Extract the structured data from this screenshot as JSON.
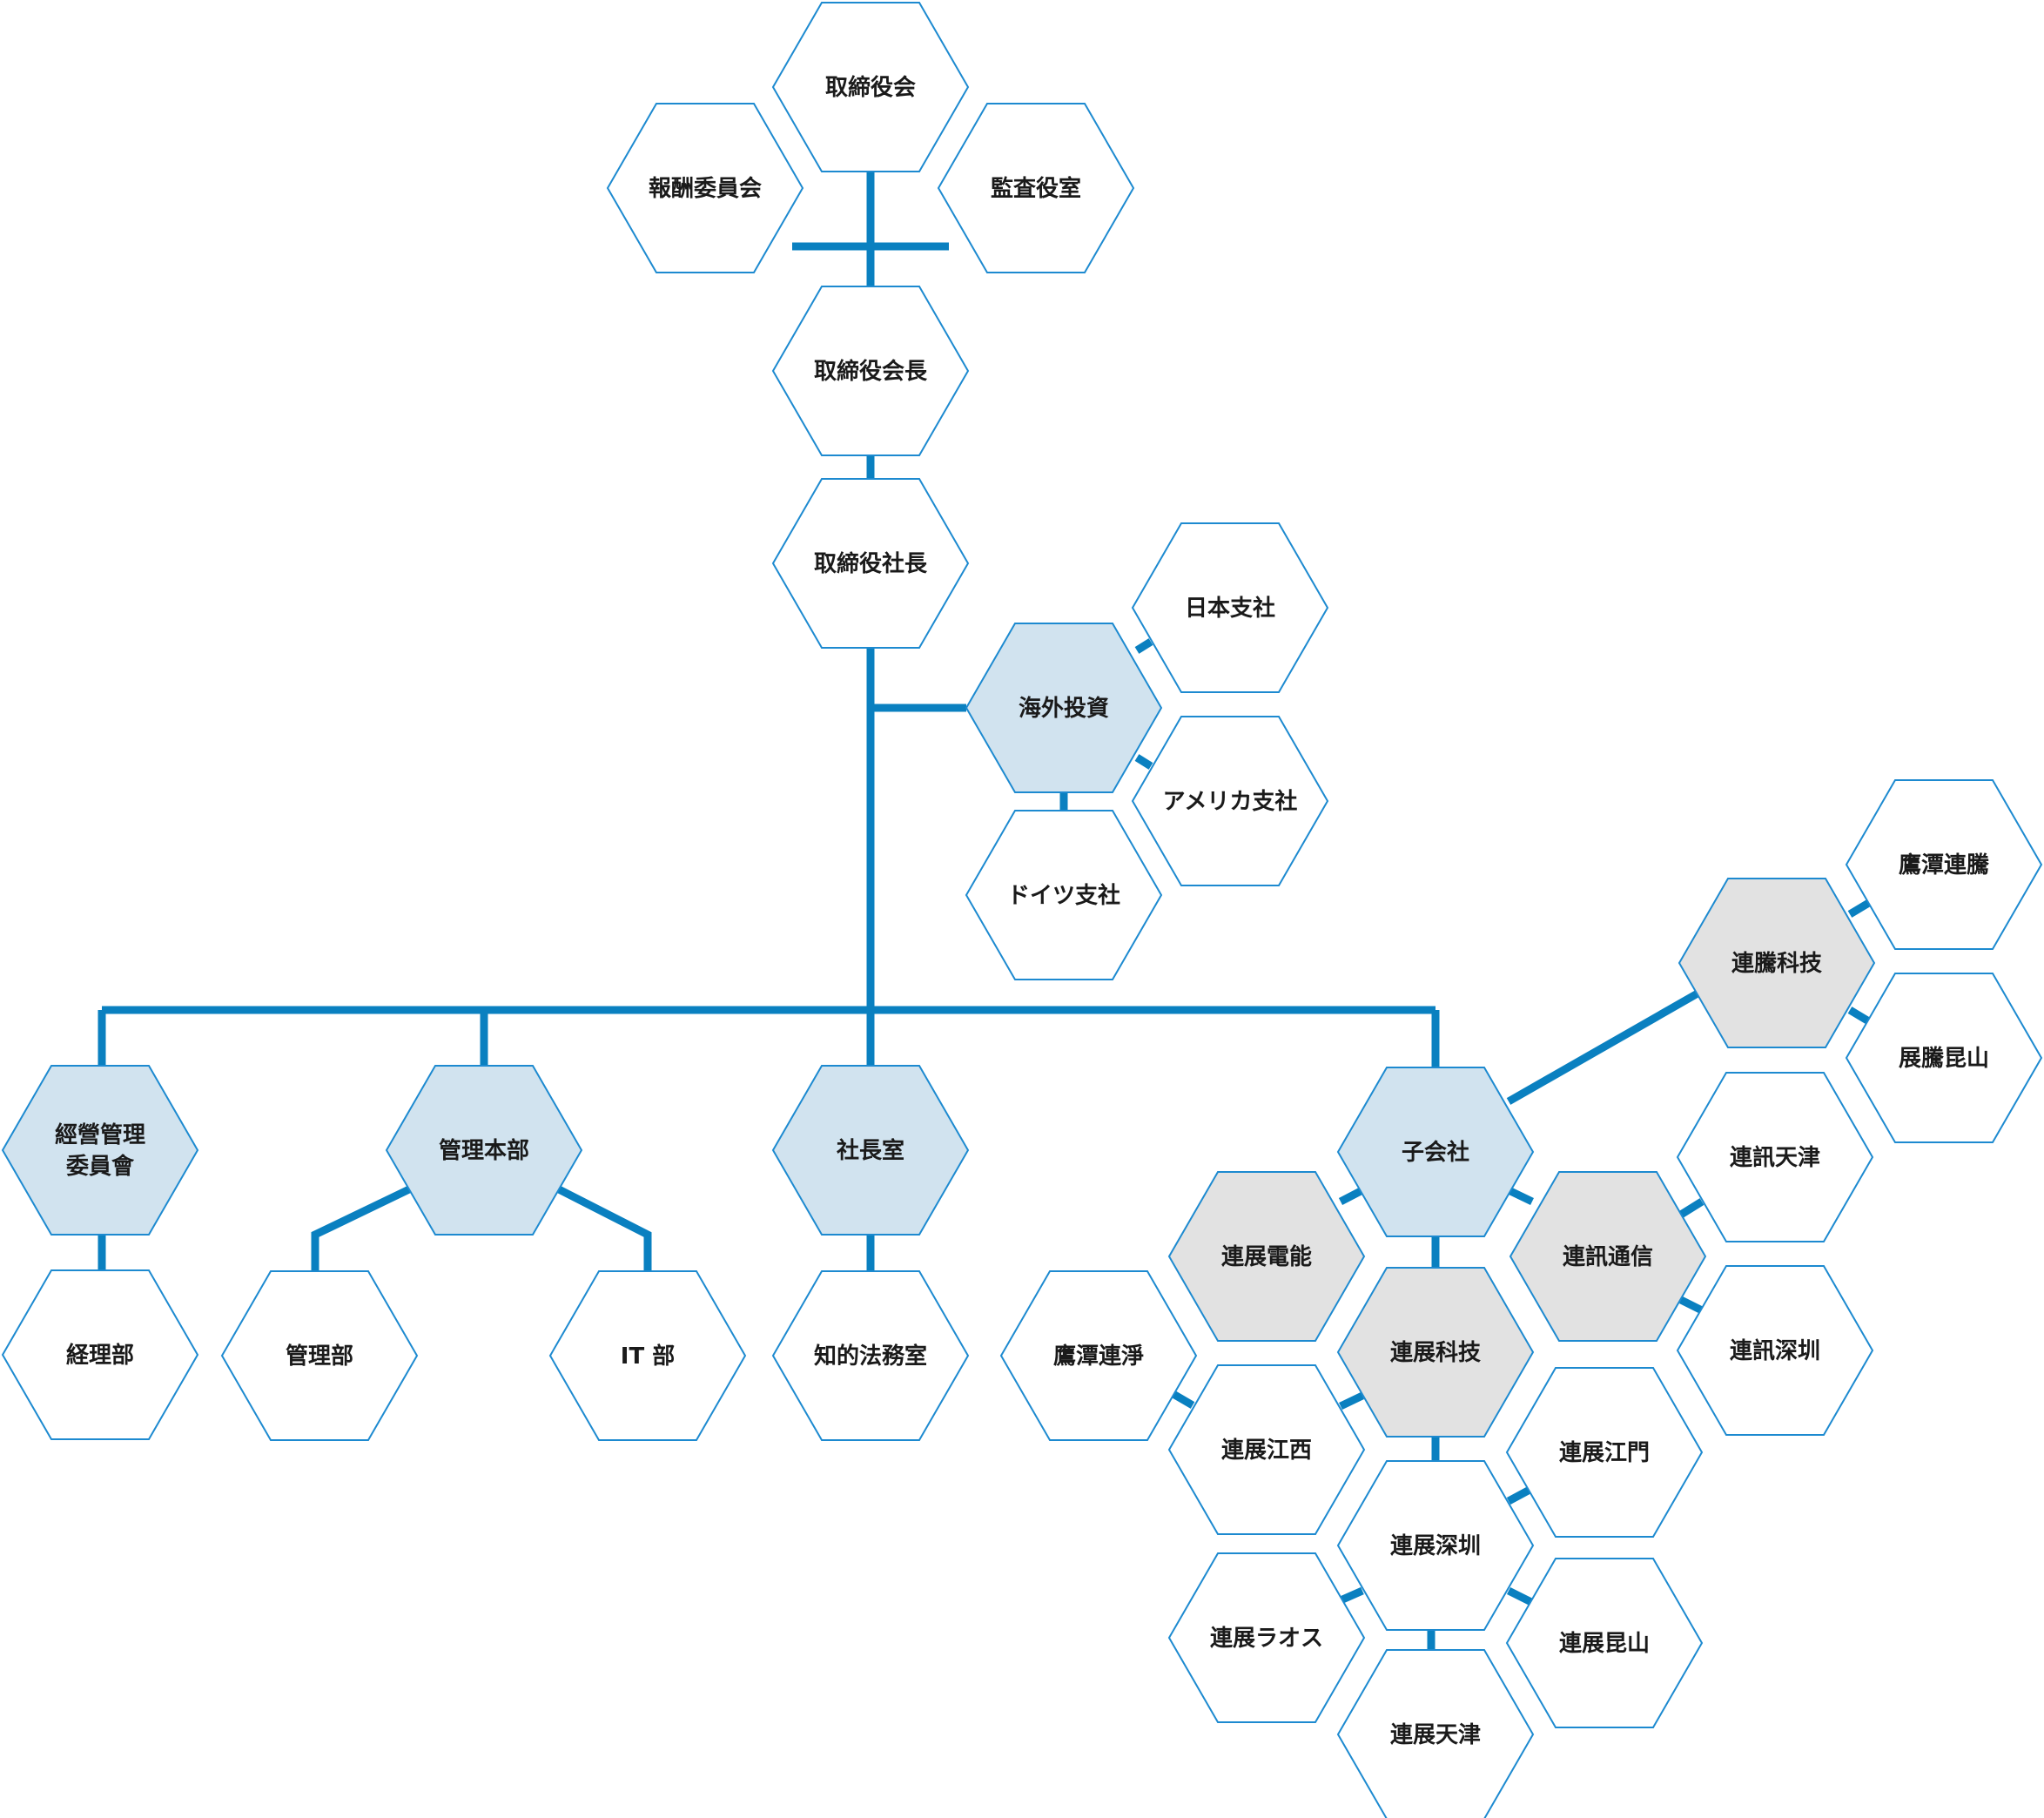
{
  "colors": {
    "connector": "#0a80c0",
    "node_border": "#1d8ad0",
    "fill_default": "#ffffff",
    "fill_division": "#d1e3ef",
    "fill_company": "#e2e2e2"
  },
  "nodes": [
    {
      "id": "board",
      "lines": [
        "取締役会"
      ],
      "style": "default"
    },
    {
      "id": "compensation",
      "lines": [
        "報酬委員会"
      ],
      "style": "default"
    },
    {
      "id": "audit",
      "lines": [
        "監査役室"
      ],
      "style": "default"
    },
    {
      "id": "chairman",
      "lines": [
        "取締役会長"
      ],
      "style": "default"
    },
    {
      "id": "president",
      "lines": [
        "取締役社長"
      ],
      "style": "default"
    },
    {
      "id": "overseas",
      "lines": [
        "海外投資"
      ],
      "style": "division"
    },
    {
      "id": "japan",
      "lines": [
        "日本支社"
      ],
      "style": "default"
    },
    {
      "id": "america",
      "lines": [
        "アメリカ支社"
      ],
      "style": "default"
    },
    {
      "id": "germany",
      "lines": [
        "ドイツ支社"
      ],
      "style": "default"
    },
    {
      "id": "mgmt-committee",
      "lines": [
        "經營管理",
        "委員會"
      ],
      "style": "division"
    },
    {
      "id": "accounting",
      "lines": [
        "経理部"
      ],
      "style": "default"
    },
    {
      "id": "admin-hq",
      "lines": [
        "管理本部"
      ],
      "style": "division"
    },
    {
      "id": "admin",
      "lines": [
        "管理部"
      ],
      "style": "default"
    },
    {
      "id": "it",
      "lines": [
        "IT 部"
      ],
      "style": "default"
    },
    {
      "id": "president-office",
      "lines": [
        "社長室"
      ],
      "style": "division"
    },
    {
      "id": "legal",
      "lines": [
        "知的法務室"
      ],
      "style": "default"
    },
    {
      "id": "subsidiaries",
      "lines": [
        "子会社"
      ],
      "style": "division"
    },
    {
      "id": "lianteng",
      "lines": [
        "連騰科技"
      ],
      "style": "company"
    },
    {
      "id": "yingtan-lianteng",
      "lines": [
        "鷹潭連騰"
      ],
      "style": "default"
    },
    {
      "id": "zhanteng-kunshan",
      "lines": [
        "展騰昆山"
      ],
      "style": "default"
    },
    {
      "id": "lianxun-comm",
      "lines": [
        "連訊通信"
      ],
      "style": "company"
    },
    {
      "id": "lianxun-tianjin",
      "lines": [
        "連訊天津"
      ],
      "style": "default"
    },
    {
      "id": "lianxun-shenzhen",
      "lines": [
        "連訊深圳"
      ],
      "style": "default"
    },
    {
      "id": "lianzhan-power",
      "lines": [
        "連展電能"
      ],
      "style": "company"
    },
    {
      "id": "lianzhan-tech",
      "lines": [
        "連展科技"
      ],
      "style": "company"
    },
    {
      "id": "yingtan-lianjing",
      "lines": [
        "鷹潭連淨"
      ],
      "style": "default"
    },
    {
      "id": "lianzhan-jiangxi",
      "lines": [
        "連展江西"
      ],
      "style": "default"
    },
    {
      "id": "lianzhan-jiangmen",
      "lines": [
        "連展江門"
      ],
      "style": "default"
    },
    {
      "id": "lianzhan-shenzhen",
      "lines": [
        "連展深圳"
      ],
      "style": "default"
    },
    {
      "id": "lianzhan-laos",
      "lines": [
        "連展ラオス"
      ],
      "style": "default"
    },
    {
      "id": "lianzhan-kunshan",
      "lines": [
        "連展昆山"
      ],
      "style": "default"
    },
    {
      "id": "lianzhan-tianjin",
      "lines": [
        "連展天津"
      ],
      "style": "default"
    }
  ]
}
